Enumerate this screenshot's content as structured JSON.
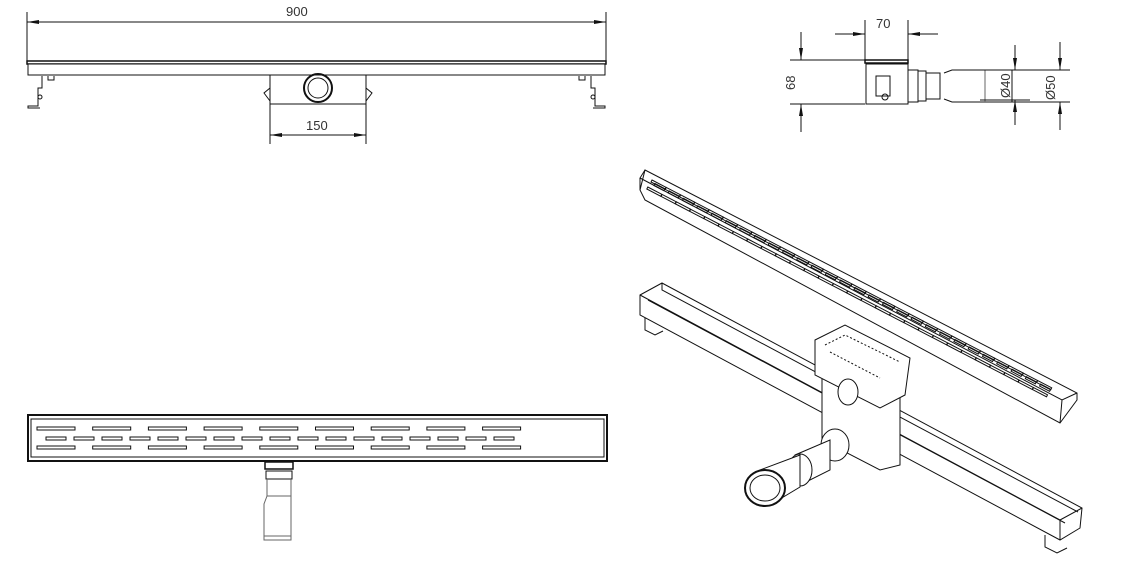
{
  "drawing": {
    "front_view": {
      "length_label": "900",
      "outlet_width_label": "150"
    },
    "side_view": {
      "width_label": "70",
      "height_label": "68",
      "inner_diameter_label": "Ø40",
      "outer_diameter_label": "Ø50"
    },
    "top_view": {
      "long_slots_per_row": 9,
      "short_slots_middle_row": 17
    },
    "isometric_view": {
      "grate_slot_groups": 28
    }
  }
}
